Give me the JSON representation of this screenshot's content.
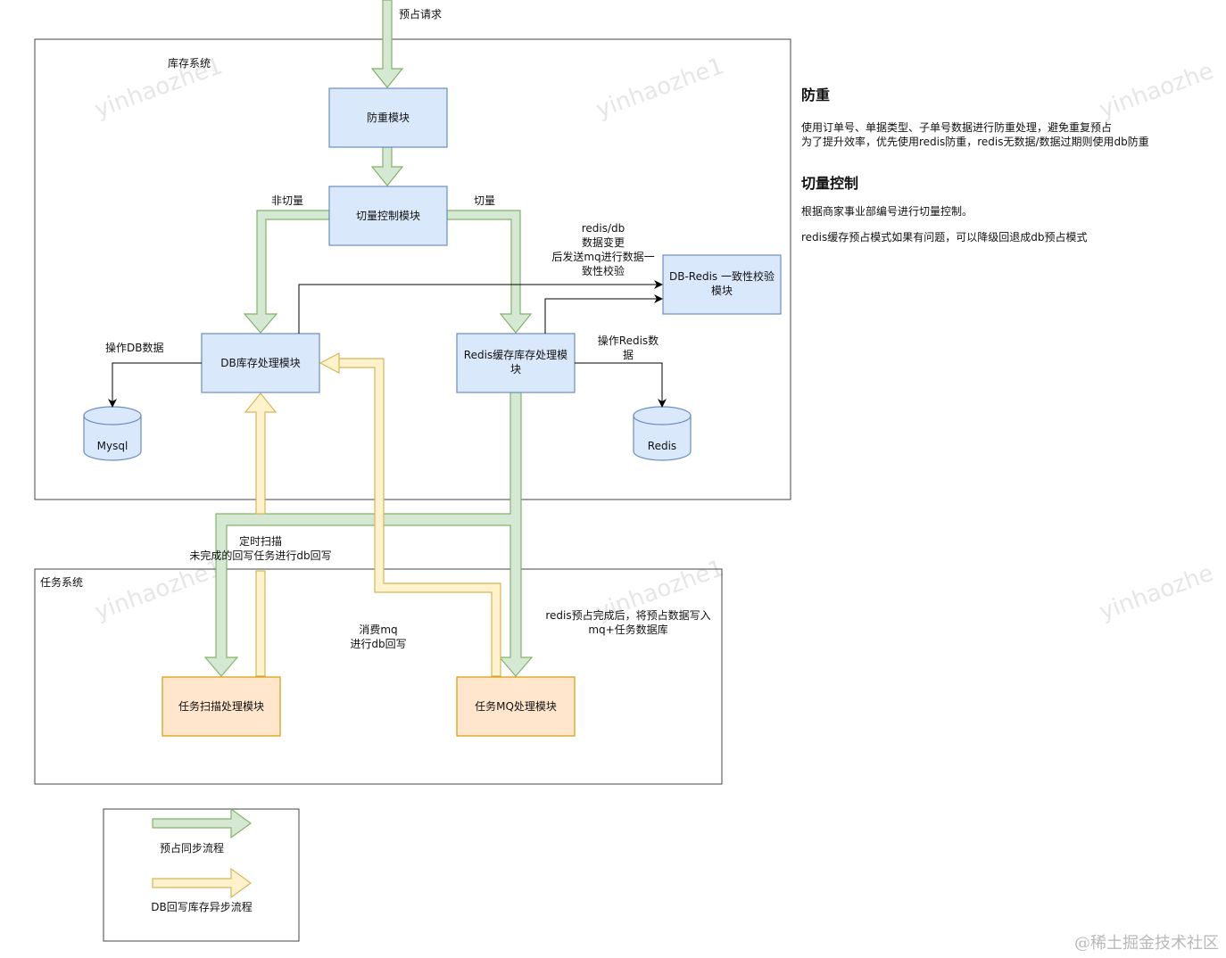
{
  "top_request_label": "预占请求",
  "inventory_system_label": "库存系统",
  "task_system_label": "任务系统",
  "modules": {
    "dedup": "防重模块",
    "switch_control": "切量控制模块",
    "db_inventory": "DB库存处理模块",
    "redis_inventory_line1": "Redis缓存库存处理模",
    "redis_inventory_line2": "块",
    "consistency_line1": "DB-Redis 一致性校验",
    "consistency_line2": "模块",
    "task_scan": "任务扫描处理模块",
    "task_mq": "任务MQ处理模块"
  },
  "stores": {
    "mysql": "Mysql",
    "redis": "Redis"
  },
  "edge_labels": {
    "non_switch": "非切量",
    "switch": "切量",
    "operate_db": "操作DB数据",
    "operate_redis_line1": "操作Redis数",
    "operate_redis_line2": "据",
    "redis_db_change": [
      "redis/db",
      "数据变更",
      "后发送mq进行数据一",
      "致性校验"
    ],
    "scheduled_scan_line1": "定时扫描",
    "scheduled_scan_line2": "未完成的回写任务进行db回写",
    "consume_mq_line1": "消费mq",
    "consume_mq_line2": "进行db回写",
    "redis_done_line1": "redis预占完成后，将预占数据写入",
    "redis_done_line2": "mq+任务数据库"
  },
  "legend": {
    "sync_flow": "预占同步流程",
    "async_flow": "DB回写库存异步流程"
  },
  "notes": {
    "dedup_title": "防重",
    "dedup_line1": "使用订单号、单据类型、子单号数据进行防重处理，避免重复预占",
    "dedup_line2": "为了提升效率，优先使用redis防重，redis无数据/数据过期则使用db防重",
    "switch_title": "切量控制",
    "switch_line1": "根据商家事业部编号进行切量控制。",
    "switch_line2": "redis缓存预占模式如果有问题，可以降级回退成db预占模式"
  },
  "watermarks": [
    "yinhaozhe1",
    "yinhaozhe1",
    "yinhaozhe",
    "yinhaozhe1",
    "yinhaozhe1",
    "yinhaozhe"
  ],
  "site_watermark": "@稀土掘金技术社区",
  "colors": {
    "green_fill": "#d5e8d4",
    "green_stroke": "#82b366",
    "yellow_fill": "#fff2cc",
    "yellow_stroke": "#d6b656",
    "blue_fill": "#dae8fc",
    "blue_stroke": "#6c8ebf",
    "orange_fill": "#ffe6cc",
    "orange_stroke": "#d79b00"
  }
}
